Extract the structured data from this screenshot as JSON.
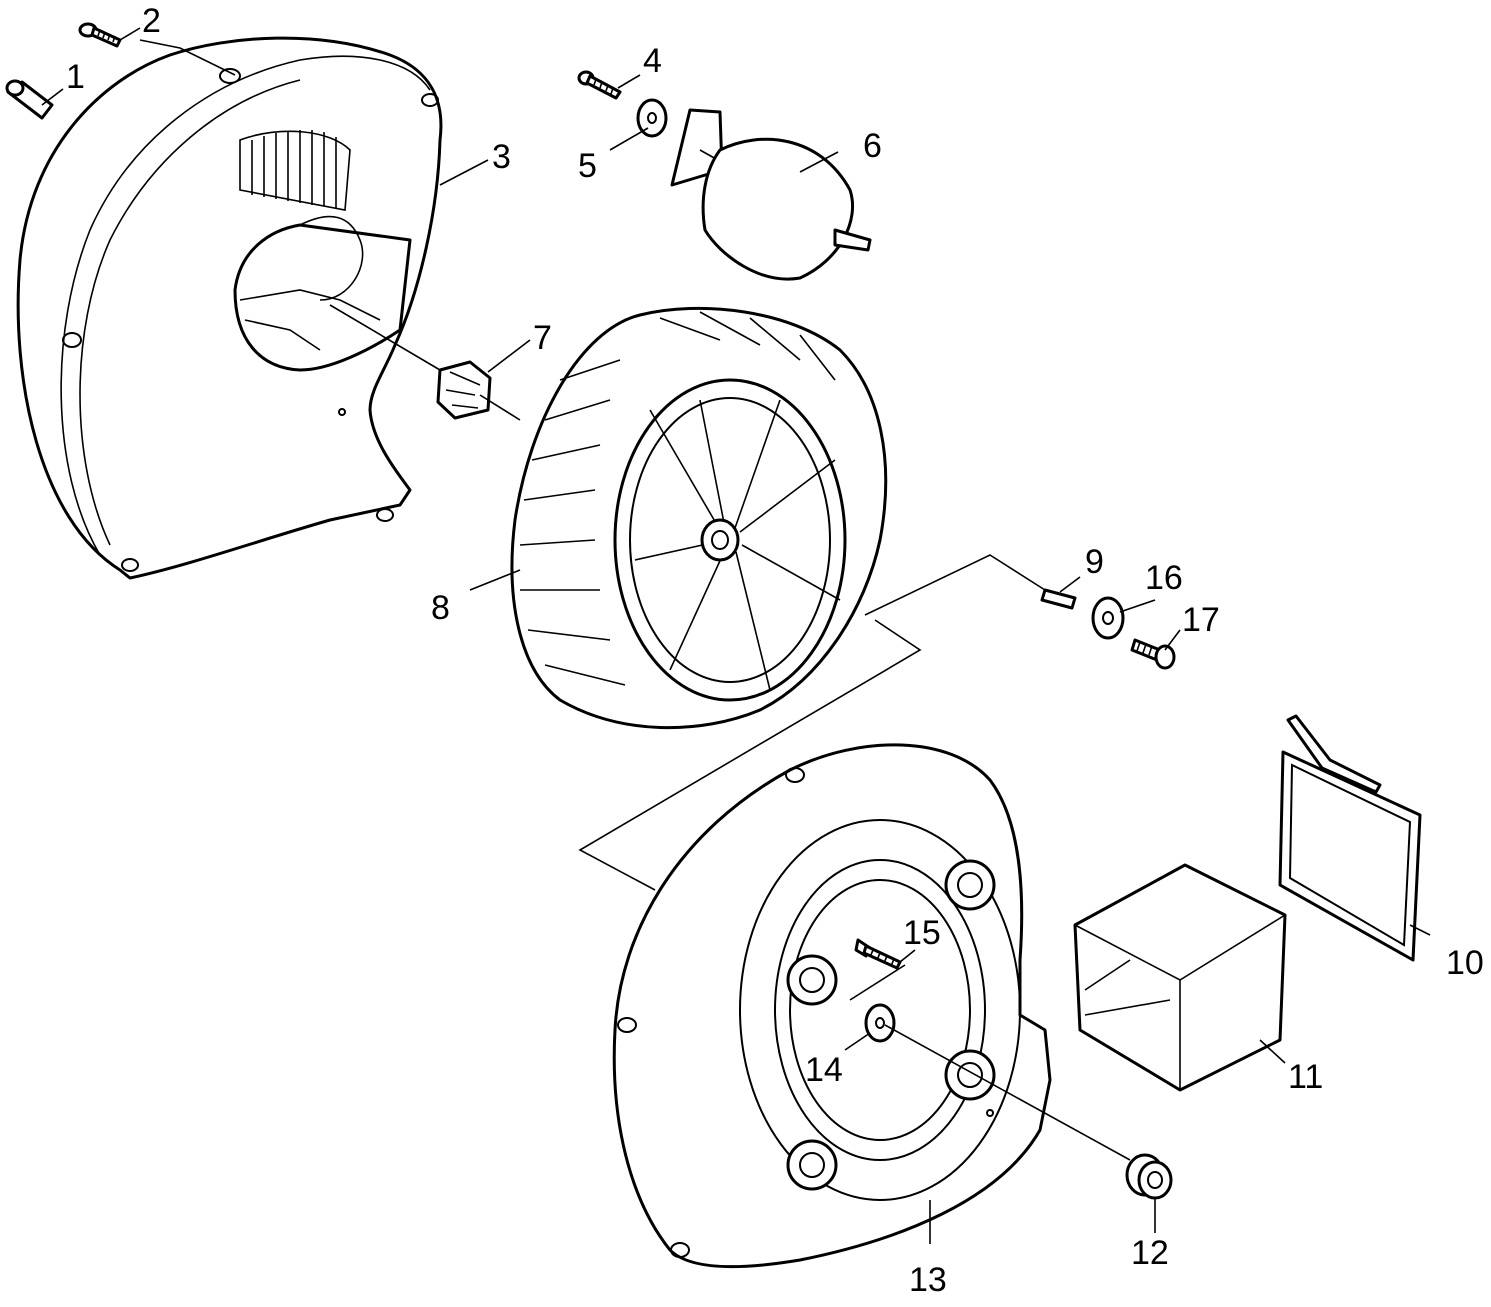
{
  "diagram": {
    "type": "exploded-parts-view",
    "callouts": [
      "1",
      "2",
      "3",
      "4",
      "5",
      "6",
      "7",
      "8",
      "9",
      "10",
      "11",
      "12",
      "13",
      "14",
      "15",
      "16",
      "17"
    ]
  },
  "parts": [
    {
      "label": "1",
      "icon": "screw-icon"
    },
    {
      "label": "2",
      "icon": "screw-icon"
    },
    {
      "label": "3",
      "icon": "blower-housing-icon"
    },
    {
      "label": "4",
      "icon": "screw-icon"
    },
    {
      "label": "5",
      "icon": "washer-icon"
    },
    {
      "label": "6",
      "icon": "flap-valve-icon"
    },
    {
      "label": "7",
      "icon": "coupling-icon"
    },
    {
      "label": "8",
      "icon": "impeller-wheel-icon"
    },
    {
      "label": "9",
      "icon": "pin-icon"
    },
    {
      "label": "10",
      "icon": "filter-frame-icon"
    },
    {
      "label": "11",
      "icon": "filter-box-icon"
    },
    {
      "label": "12",
      "icon": "grommet-icon"
    },
    {
      "label": "13",
      "icon": "housing-cover-icon"
    },
    {
      "label": "14",
      "icon": "washer-icon"
    },
    {
      "label": "15",
      "icon": "screw-icon"
    },
    {
      "label": "16",
      "icon": "washer-icon"
    },
    {
      "label": "17",
      "icon": "screw-icon"
    }
  ]
}
